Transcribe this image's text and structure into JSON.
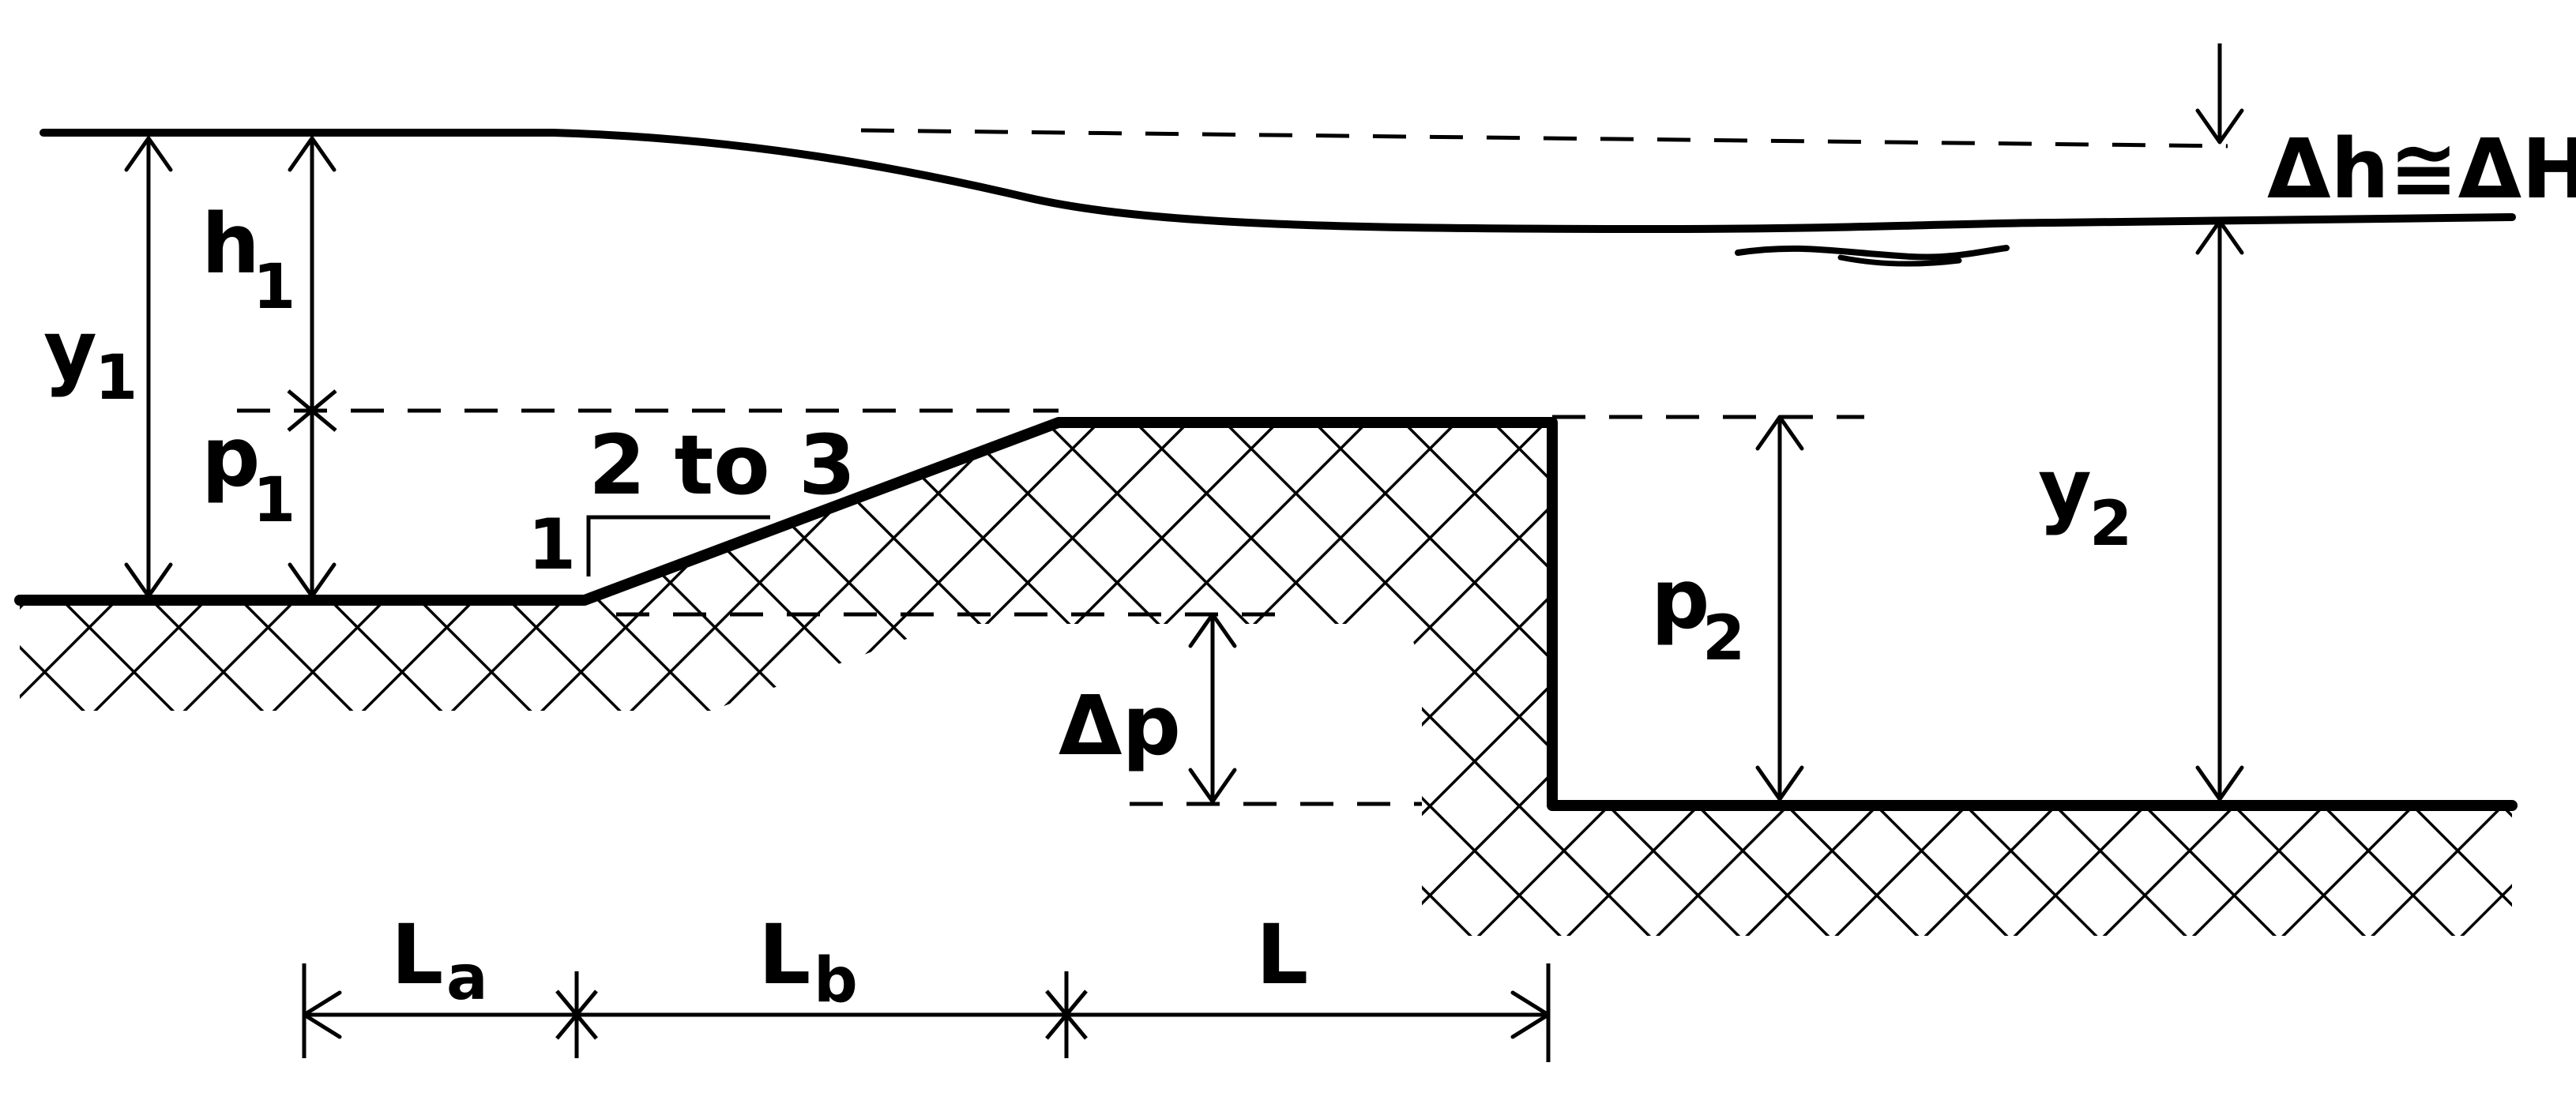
{
  "labels": {
    "y1": {
      "main": "y",
      "sub": "1"
    },
    "h1": {
      "main": "h",
      "sub": "1"
    },
    "p1": {
      "main": "p",
      "sub": "1"
    },
    "y2": {
      "main": "y",
      "sub": "2"
    },
    "p2": {
      "main": "p",
      "sub": "2"
    },
    "delta_p": "Δp",
    "delta_h": "Δh≅ΔH",
    "slope_rise": "1",
    "slope_run": "2 to 3",
    "La": {
      "main": "L",
      "sub": "a"
    },
    "Lb": {
      "main": "L",
      "sub": "b"
    },
    "L": "L"
  }
}
